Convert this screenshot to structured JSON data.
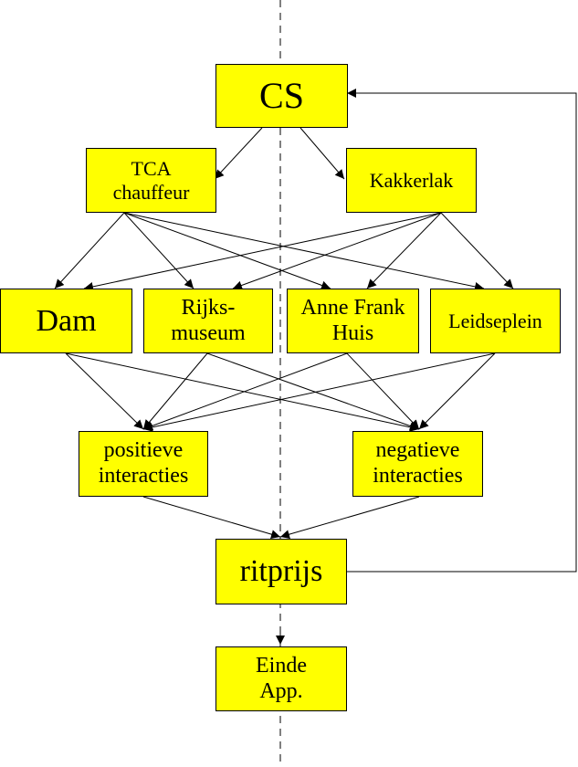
{
  "colors": {
    "node_fill": "#ffff00",
    "stroke": "#000000"
  },
  "nodes": {
    "cs": "CS",
    "tca": "TCA\nchauffeur",
    "kakkerlak": "Kakkerlak",
    "dam": "Dam",
    "rijksmuseum": "Rijks-\nmuseum",
    "annefrank": "Anne Frank\nHuis",
    "leidseplein": "Leidseplein",
    "positieve": "positieve\ninteracties",
    "negatieve": "negatieve\ninteracties",
    "ritprijs": "ritprijs",
    "einde": "Einde\nApp."
  }
}
